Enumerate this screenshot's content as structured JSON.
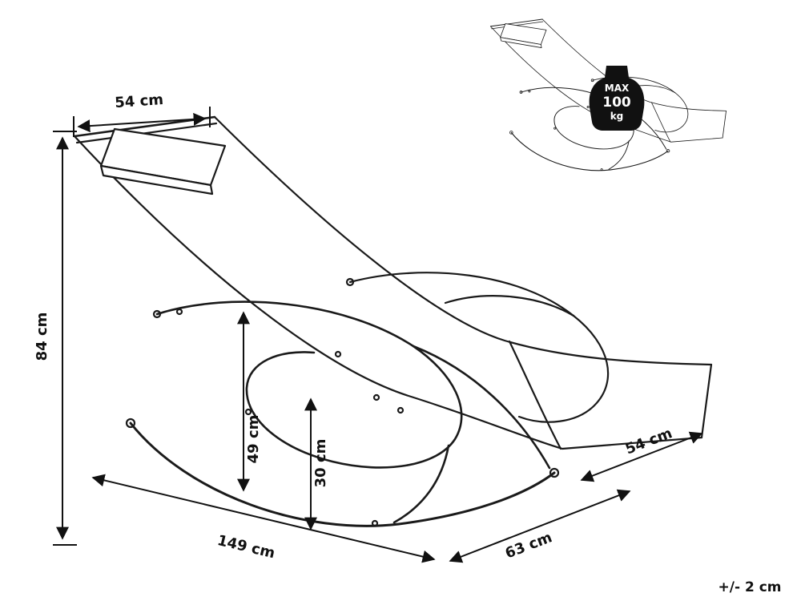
{
  "colors": {
    "line": "#1a1a1a",
    "background": "#ffffff",
    "weight_badge_bg": "#111111",
    "weight_badge_text": "#ffffff"
  },
  "dimensions": {
    "head_width": "54 cm",
    "overall_height": "84 cm",
    "armrest_height": "49 cm",
    "seat_height": "30 cm",
    "overall_length": "149 cm",
    "base_depth": "63 cm",
    "foot_width": "54 cm"
  },
  "weight_limit": {
    "prefix": "MAX",
    "value": "100",
    "unit": "kg"
  },
  "tolerance_note": "+/- 2 cm"
}
